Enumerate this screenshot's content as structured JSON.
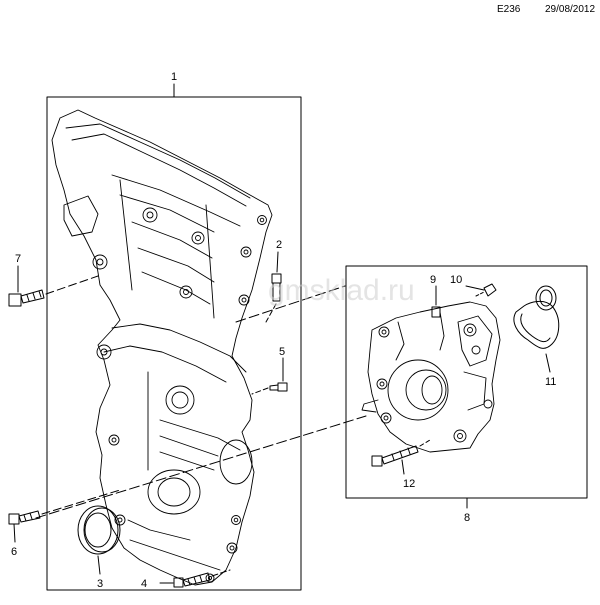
{
  "header": {
    "diagram_code": "E236",
    "date": "29/08/2012"
  },
  "watermark": "gmsklad.ru",
  "callouts": [
    "1",
    "2",
    "3",
    "4",
    "5",
    "6",
    "7",
    "8",
    "9",
    "10",
    "11",
    "12"
  ],
  "colors": {
    "line": "#000000",
    "watermark": "#cfcfcf"
  }
}
